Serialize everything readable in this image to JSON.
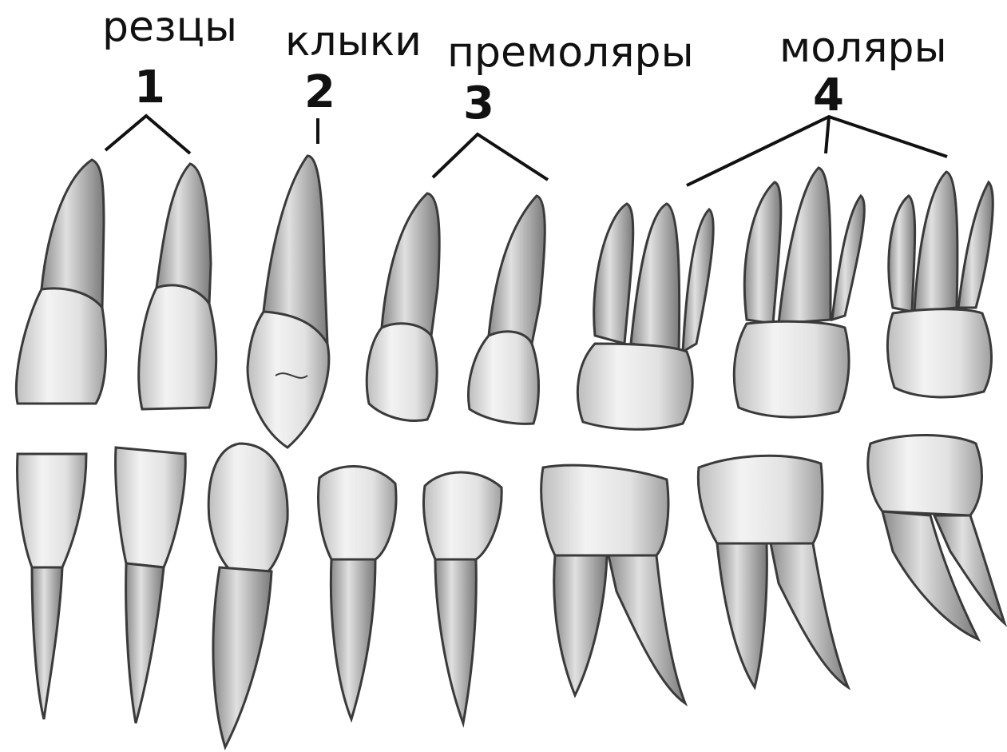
{
  "groups": {
    "incisors": {
      "name": "резцы",
      "number": "1"
    },
    "canines": {
      "name": "клыки",
      "number": "2"
    },
    "premolars": {
      "name": "премоляры",
      "number": "3"
    },
    "molars": {
      "name": "моляры",
      "number": "4"
    }
  },
  "colors": {
    "ink": "#111111",
    "tooth_fill": "#e9e9e9",
    "tooth_stroke": "#3a3a3a",
    "root_fill": "#d6d6d6"
  }
}
